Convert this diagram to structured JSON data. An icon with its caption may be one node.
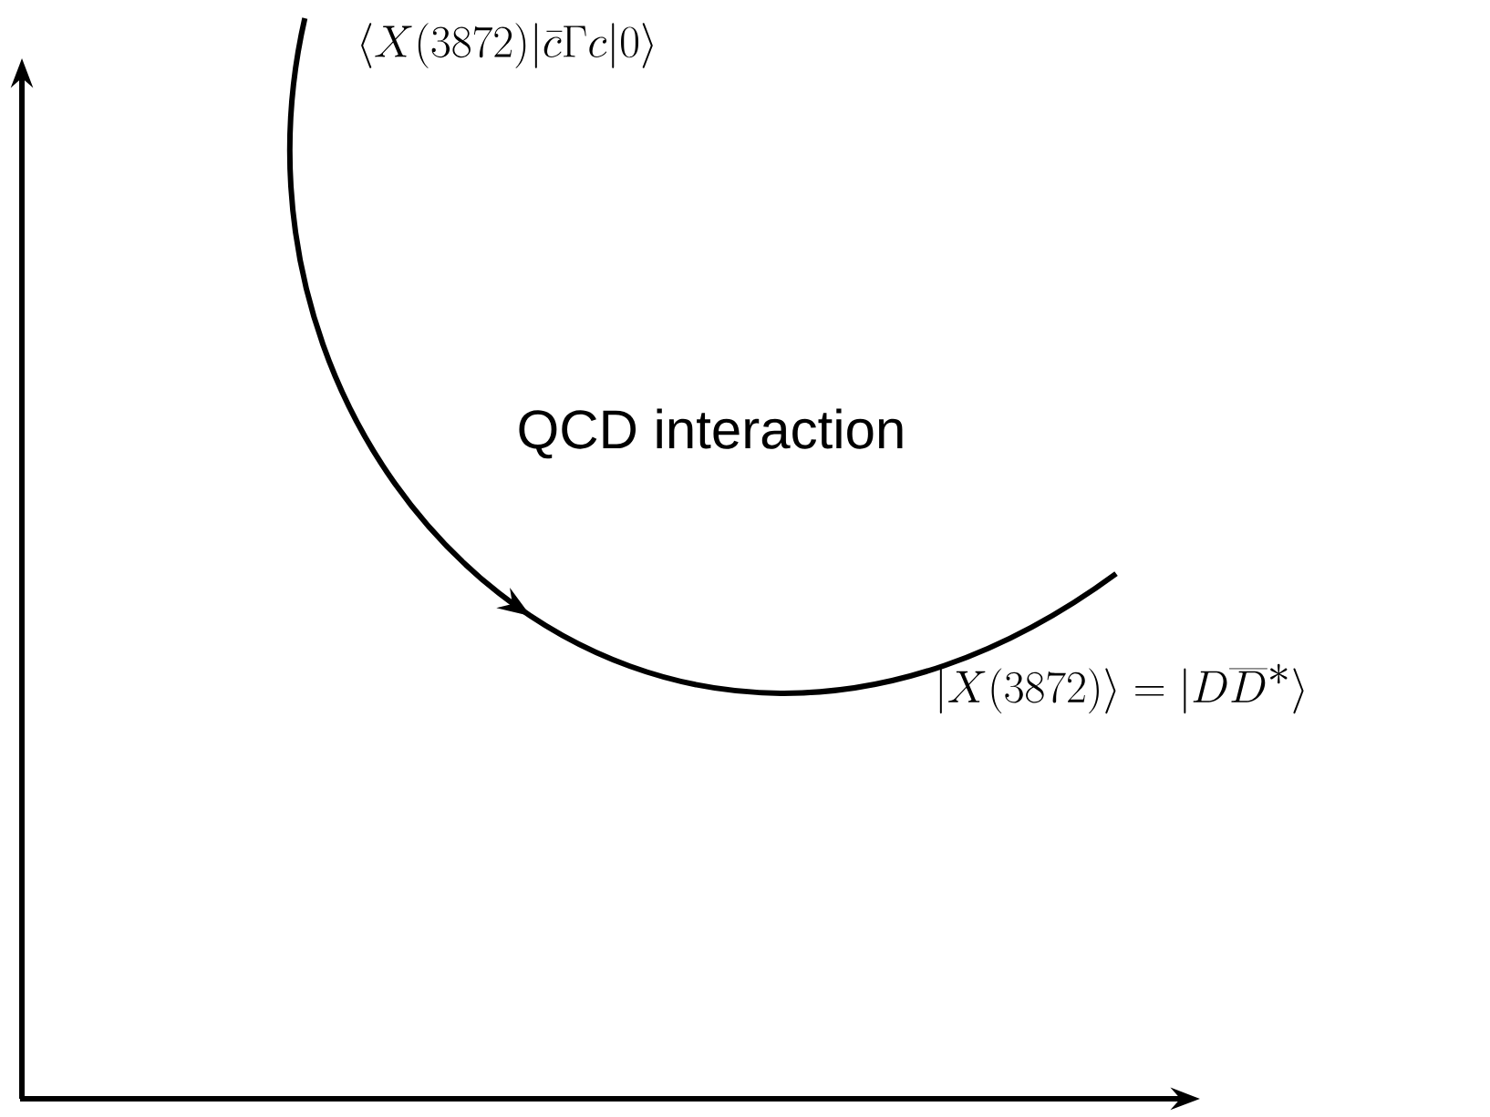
{
  "diagram": {
    "nodes": [
      {
        "text": [
          "\\langle X(3872)|\\bar{c}\\Gamma c|0\\rangle"
        ]
      },
      {
        "text": [
          "|X(3872)\\rangle = |D\\overline{D}^{*}\\rangle"
        ]
      }
    ],
    "edges": [
      {
        "from": 0,
        "to": 1,
        "arrow": "to"
      }
    ],
    "labels": [
      "QCD interaction"
    ]
  }
}
